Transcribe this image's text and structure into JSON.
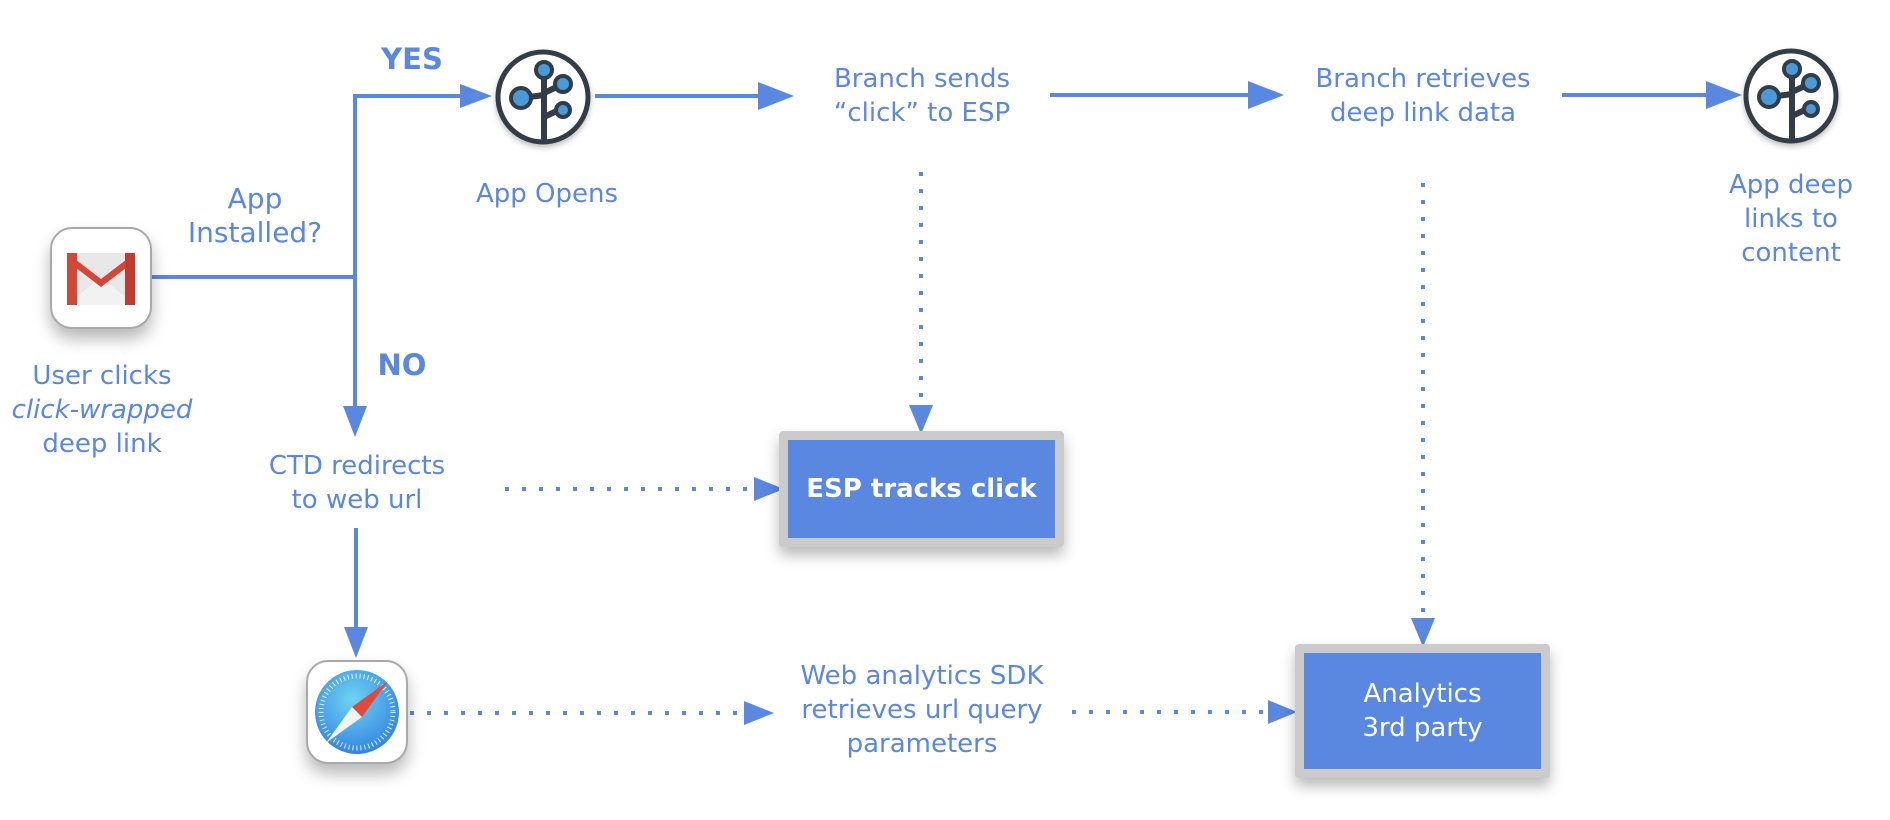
{
  "diagram": {
    "title": "Click-wrapped deep link tracking flow",
    "nodes": {
      "user_click": {
        "lines": [
          "User clicks",
          "click-wrapped",
          "deep link"
        ],
        "icon": "gmail-icon"
      },
      "decision": {
        "lines": [
          "App",
          "Installed?"
        ]
      },
      "yes_label": "YES",
      "no_label": "NO",
      "app_opens": {
        "lines": [
          "App Opens"
        ],
        "icon": "branch-tree-icon"
      },
      "branch_sends": {
        "lines": [
          "Branch sends",
          "“click” to ESP"
        ]
      },
      "branch_retrieves": {
        "lines": [
          "Branch retrieves",
          "deep link data"
        ]
      },
      "app_deep_links": {
        "lines": [
          "App deep",
          "links to",
          "content"
        ],
        "icon": "branch-tree-icon"
      },
      "ctd_redirects": {
        "lines": [
          "CTD redirects",
          "to web url"
        ]
      },
      "esp_tracks": {
        "lines": [
          "ESP tracks click"
        ]
      },
      "safari": {
        "icon": "safari-icon"
      },
      "web_analytics": {
        "lines": [
          "Web analytics SDK",
          "retrieves url query",
          "parameters"
        ]
      },
      "analytics_3rd": {
        "lines": [
          "Analytics",
          "3rd party"
        ]
      }
    },
    "edges": [
      {
        "from": "user_click",
        "to": "decision",
        "style": "solid"
      },
      {
        "from": "decision",
        "to": "app_opens",
        "label": "YES",
        "style": "solid"
      },
      {
        "from": "decision",
        "to": "ctd_redirects",
        "label": "NO",
        "style": "solid"
      },
      {
        "from": "app_opens",
        "to": "branch_sends",
        "style": "solid"
      },
      {
        "from": "branch_sends",
        "to": "branch_retrieves",
        "style": "solid"
      },
      {
        "from": "branch_retrieves",
        "to": "app_deep_links",
        "style": "solid"
      },
      {
        "from": "branch_sends",
        "to": "esp_tracks",
        "style": "dotted"
      },
      {
        "from": "ctd_redirects",
        "to": "esp_tracks",
        "style": "dotted"
      },
      {
        "from": "ctd_redirects",
        "to": "safari",
        "style": "solid"
      },
      {
        "from": "safari",
        "to": "web_analytics",
        "style": "dotted"
      },
      {
        "from": "web_analytics",
        "to": "analytics_3rd",
        "style": "dotted"
      },
      {
        "from": "branch_retrieves",
        "to": "analytics_3rd",
        "style": "dotted"
      }
    ],
    "colors": {
      "accent": "#5a87e0",
      "box_border": "#cbcbcb",
      "icon_dark": "#333d47",
      "branch_node": "#4a9ad9",
      "gmail_red": "#d44638",
      "safari_blue": "#3a8ee6"
    }
  }
}
